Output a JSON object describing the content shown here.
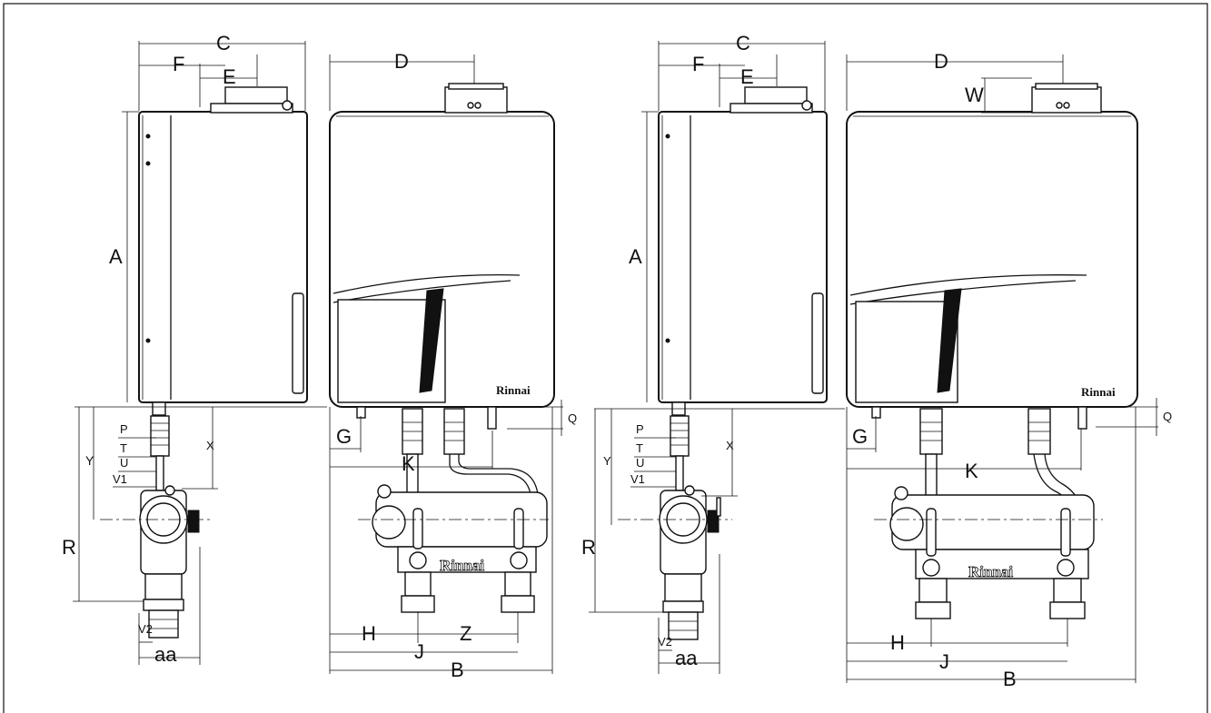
{
  "diagram": {
    "labels": {
      "A": "A",
      "B": "B",
      "C": "C",
      "D": "D",
      "E": "E",
      "F": "F",
      "G": "G",
      "H": "H",
      "J": "J",
      "K": "K",
      "P": "P",
      "Q": "Q",
      "R": "R",
      "T": "T",
      "U": "U",
      "V1": "V1",
      "V2": "V2",
      "W": "W",
      "X": "X",
      "Y": "Y",
      "Z": "Z",
      "aa": "aa"
    },
    "brand": "Rinnai"
  }
}
